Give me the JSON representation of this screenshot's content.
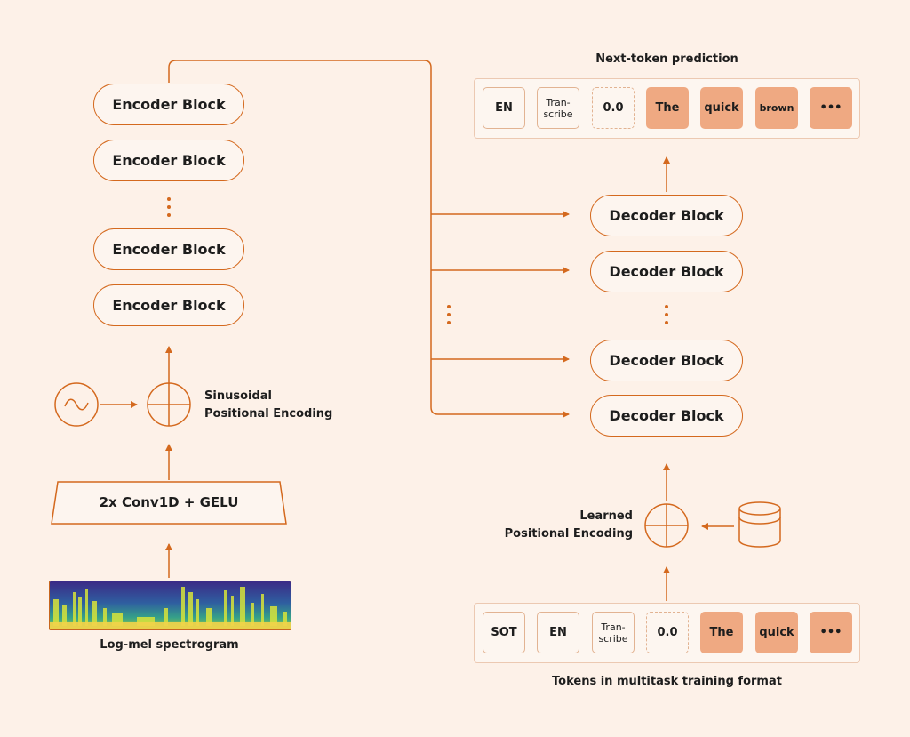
{
  "encoder": {
    "blocks": [
      "Encoder Block",
      "Encoder Block",
      "Encoder Block",
      "Encoder Block"
    ],
    "conv_label": "2x Conv1D + GELU",
    "spectrogram_label": "Log-mel spectrogram",
    "pos_enc_line1": "Sinusoidal",
    "pos_enc_line2": "Positional Encoding"
  },
  "decoder": {
    "blocks": [
      "Decoder Block",
      "Decoder Block",
      "Decoder Block",
      "Decoder Block"
    ],
    "pos_enc_line1": "Learned",
    "pos_enc_line2": "Positional Encoding"
  },
  "prediction": {
    "title": "Next-token prediction",
    "tokens": [
      "EN",
      "Tran-\nscribe",
      "0.0",
      "The",
      "quick",
      "brown",
      "•••"
    ]
  },
  "training": {
    "title": "Tokens in multitask training format",
    "tokens": [
      "SOT",
      "EN",
      "Tran-\nscribe",
      "0.0",
      "The",
      "quick",
      "•••"
    ]
  },
  "colors": {
    "accent": "#d4691e",
    "background": "#fdf1e8",
    "token_filled": "#efa982"
  },
  "icons": [
    "sine-wave-icon",
    "add-circle-icon",
    "database-icon"
  ]
}
